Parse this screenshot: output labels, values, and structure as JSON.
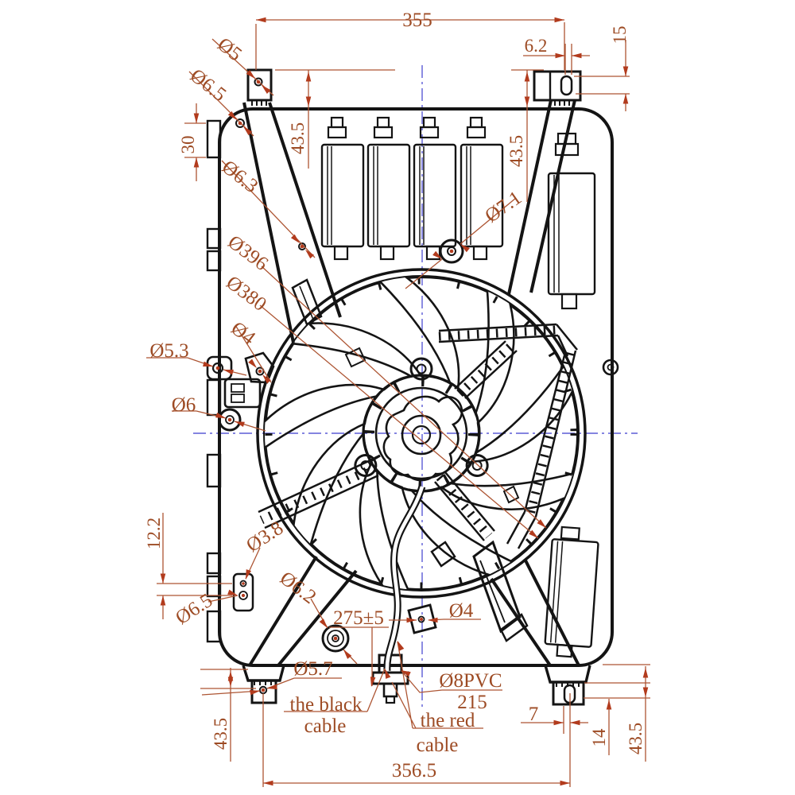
{
  "drawing": {
    "type": "engineering-cad-drawing",
    "component": "radiator-cooling-fan-assembly",
    "colors": {
      "outline": "#141414",
      "dimension_line": "#ad5533",
      "dimension_text": "#9d4b24",
      "arrow": "#b23b1d",
      "centerline": "#5b5bd6",
      "background": "#ffffff"
    },
    "dimensions": {
      "top_width": "355",
      "slot_offset_top_right": "6.2",
      "slot_height_top_right": "15",
      "tab_hole_top_left": "Ø5",
      "leg_hole_top_left": "Ø6.5",
      "left_tab_height": "30",
      "tab_drop_left": "43.5",
      "tab_drop_right": "43.5",
      "strut_hole": "Ø6.3",
      "motor_mount_hole": "Ø7.1",
      "fan_ring_outer": "Ø396",
      "fan_ring_inner": "Ø380",
      "clip_hole_left": "Ø4",
      "side_hole_left": "Ø5.3",
      "grommet_left": "Ø6",
      "pad_hole_pitch": "12.2",
      "pad_hole_small": "Ø3.8",
      "pad_hole_large": "Ø6.5",
      "grommet_bottom": "Ø6.2",
      "cable_length": "275±5",
      "cable_clip_hole": "Ø4",
      "bottom_tab_hole": "Ø5.7",
      "cable_spec": "Ø8PVC",
      "cable_spec_length": "215",
      "bottom_right_offset": "7",
      "bottom_slot_height": "14",
      "bottom_tab_drop_left": "43.5",
      "bottom_tab_drop_right": "43.5",
      "bottom_width": "356.5"
    },
    "notes": {
      "black_cable_line1": "the black",
      "black_cable_line2": "cable",
      "red_cable_line1": "the red",
      "red_cable_line2": "cable"
    }
  }
}
